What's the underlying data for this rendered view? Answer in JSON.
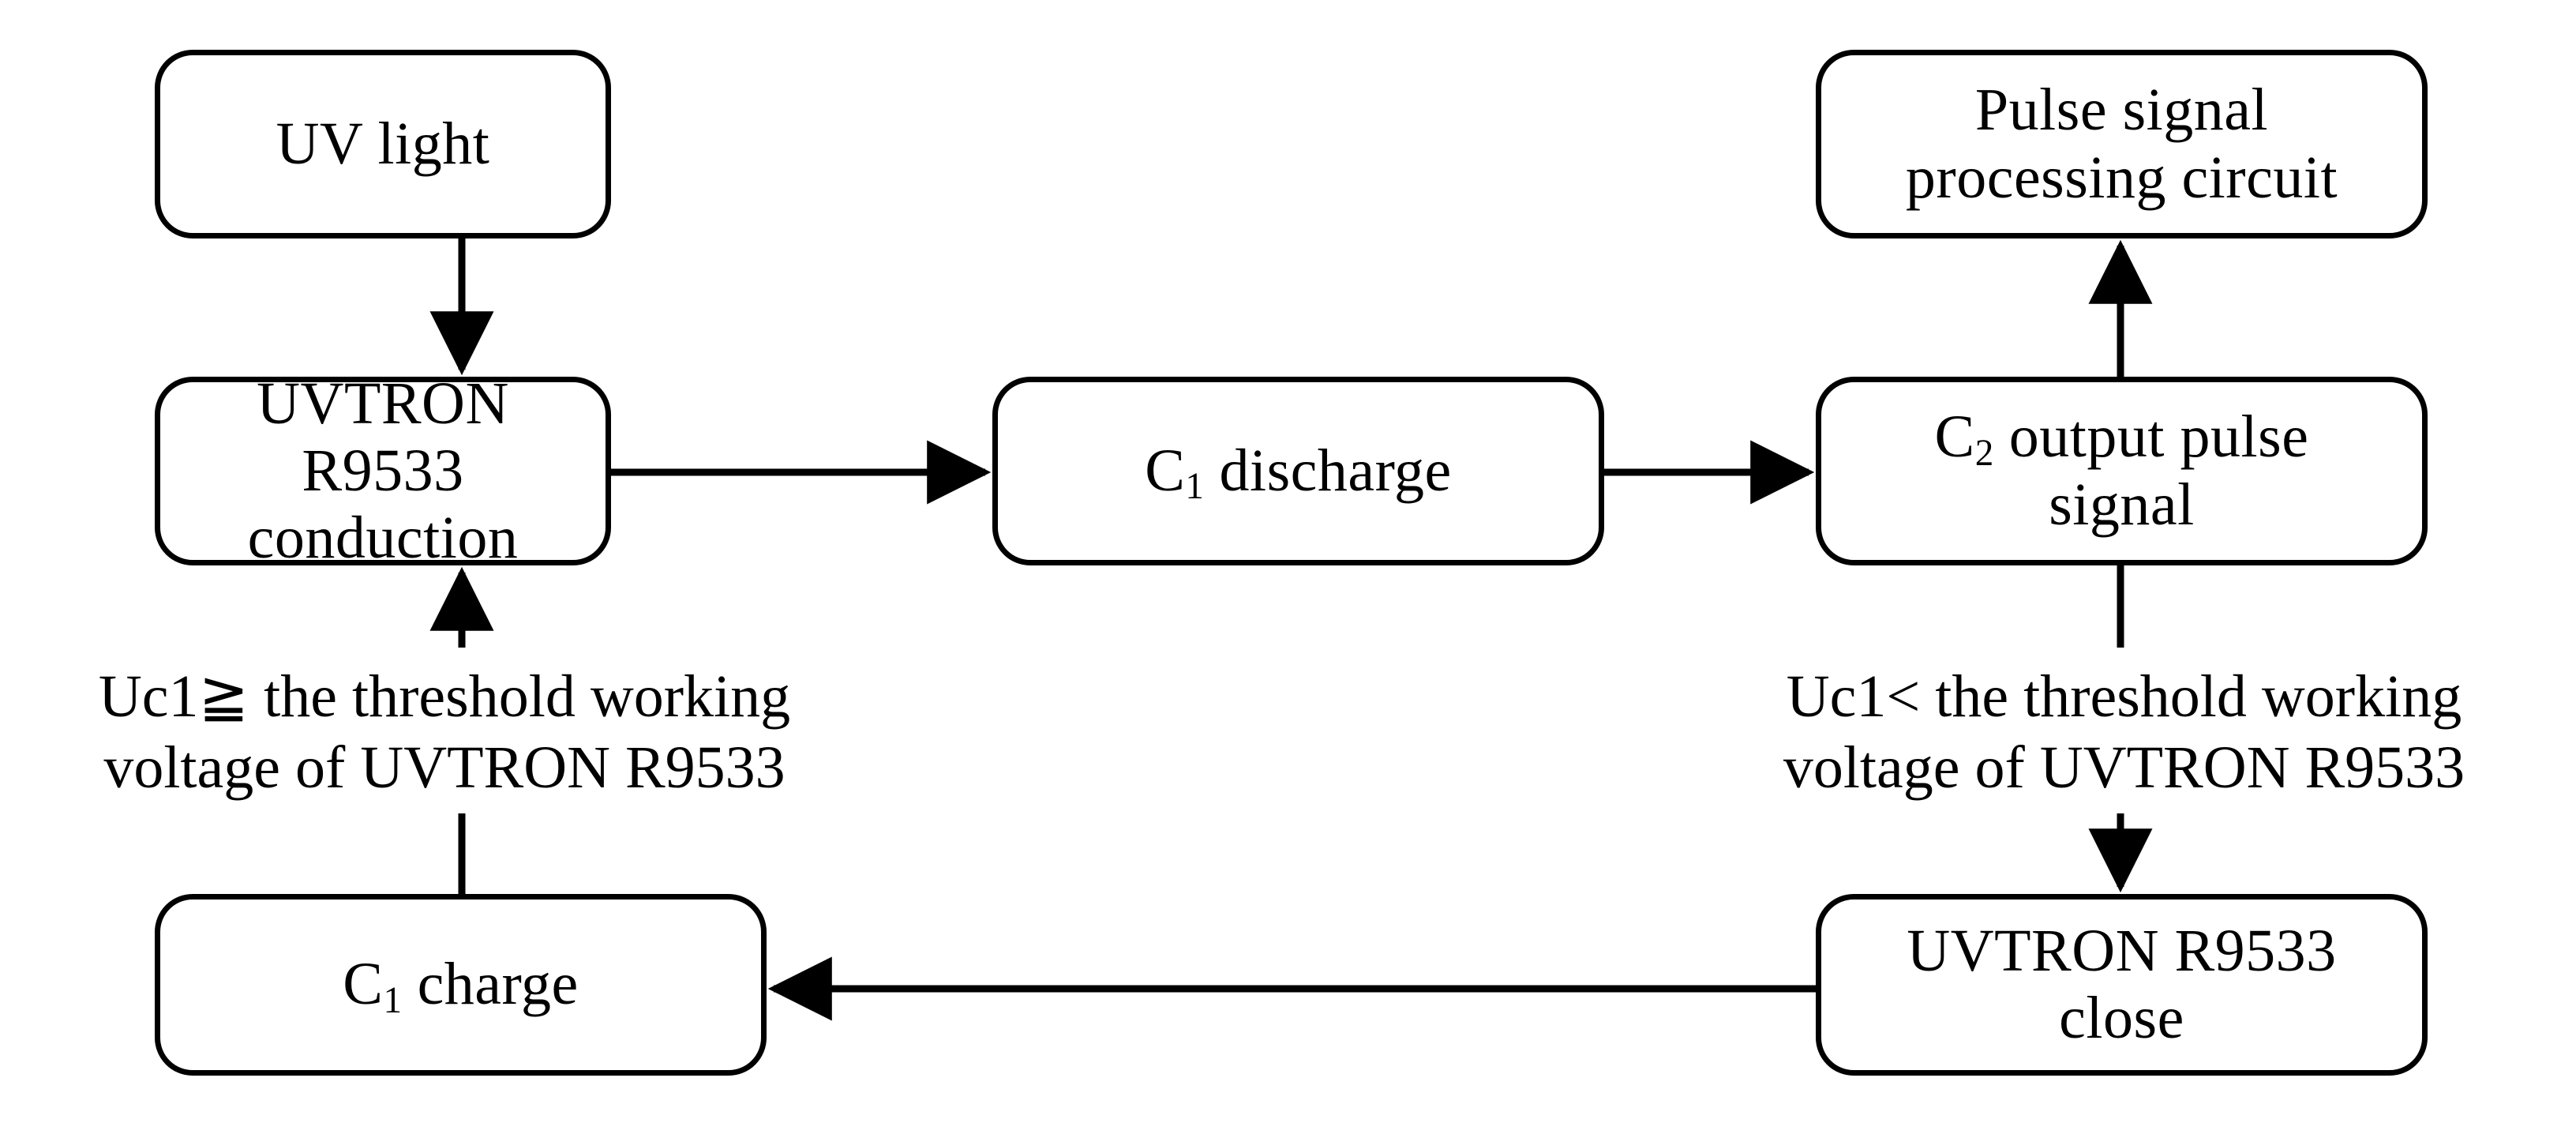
{
  "diagram": {
    "title": "UVTRON R9533 UV detection pulse flowchart",
    "stroke_color": "#000000",
    "fill_color": "#ffffff",
    "background": "#ffffff"
  },
  "nodes": {
    "uv_light": {
      "text": "UV light"
    },
    "uvtron_conduction": {
      "line1": "UVTRON R9533",
      "line2": "conduction"
    },
    "c1_discharge": {
      "prefix": "C",
      "sub": "1",
      "suffix": " discharge"
    },
    "c2_output": {
      "prefix": "C",
      "sub": "2",
      "suffix": " output pulse",
      "line2": "signal"
    },
    "pulse_circuit": {
      "line1": "Pulse signal",
      "line2": "processing circuit"
    },
    "uvtron_close": {
      "line1": "UVTRON R9533",
      "line2": "close"
    },
    "c1_charge": {
      "prefix": "C",
      "sub": "1",
      "suffix": " charge"
    }
  },
  "edge_labels": {
    "left_condition": "Uc1≧ the threshold working\nvoltage of UVTRON R9533",
    "right_condition": "Uc1< the threshold working\nvoltage of UVTRON R9533"
  },
  "connectors": [
    {
      "name": "uv-light-to-uvtron-conduction",
      "from": "uv_light",
      "to": "uvtron_conduction",
      "direction": "down"
    },
    {
      "name": "uvtron-conduction-to-c1-discharge",
      "from": "uvtron_conduction",
      "to": "c1_discharge",
      "direction": "right"
    },
    {
      "name": "c1-discharge-to-c2-output",
      "from": "c1_discharge",
      "to": "c2_output",
      "direction": "right"
    },
    {
      "name": "c2-output-to-pulse-circuit",
      "from": "c2_output",
      "to": "pulse_circuit",
      "direction": "up"
    },
    {
      "name": "c2-output-to-uvtron-close",
      "from": "c2_output",
      "to": "uvtron_close",
      "direction": "down"
    },
    {
      "name": "uvtron-close-to-c1-charge",
      "from": "uvtron_close",
      "to": "c1_charge",
      "direction": "left"
    },
    {
      "name": "c1-charge-to-uvtron-conduction",
      "from": "c1_charge",
      "to": "uvtron_conduction",
      "direction": "up"
    }
  ]
}
